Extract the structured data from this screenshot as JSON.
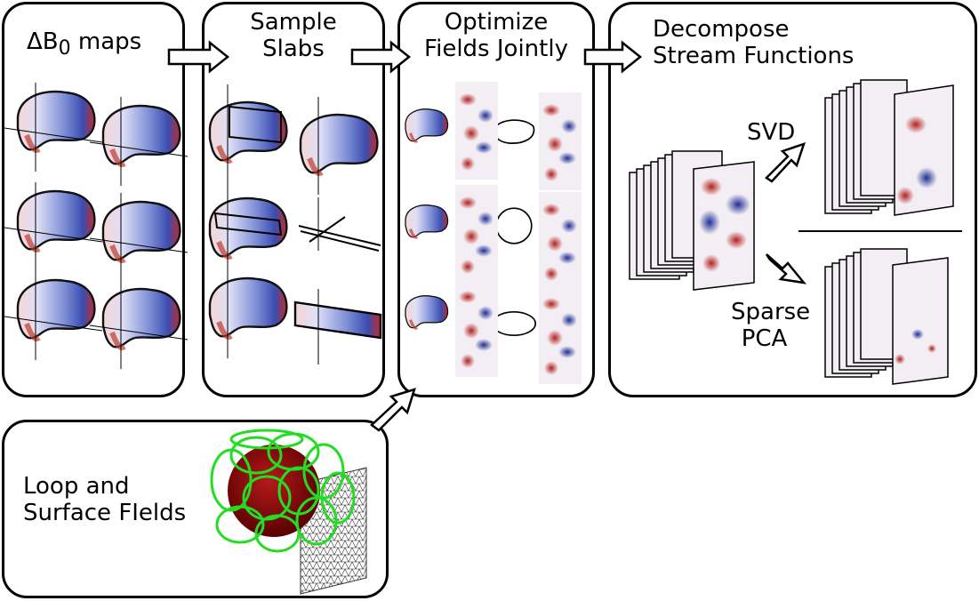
{
  "panels": {
    "b0_maps": {
      "title_prefix": "ΔB",
      "title_sub": "0",
      "title_suffix": " maps"
    },
    "sample_slabs": {
      "title_line1": "Sample",
      "title_line2": "Slabs"
    },
    "optimize": {
      "title_line1": "Optimize",
      "title_line2": "Fields Jointly"
    },
    "decompose": {
      "title_line1": "Decompose",
      "title_line2": "Stream Functions",
      "svd_label": "SVD",
      "sparse_label_line1": "Sparse",
      "sparse_label_line2": "PCA"
    },
    "loops": {
      "title_line1": "Loop and",
      "title_line2": "Surface FIelds"
    }
  },
  "colors": {
    "field_positive": "#c0392b",
    "field_negative": "#2a3f9e",
    "field_neutral": "#f3eef3",
    "coil_loops": "#22dd22",
    "head_volume": "#8b0000"
  }
}
